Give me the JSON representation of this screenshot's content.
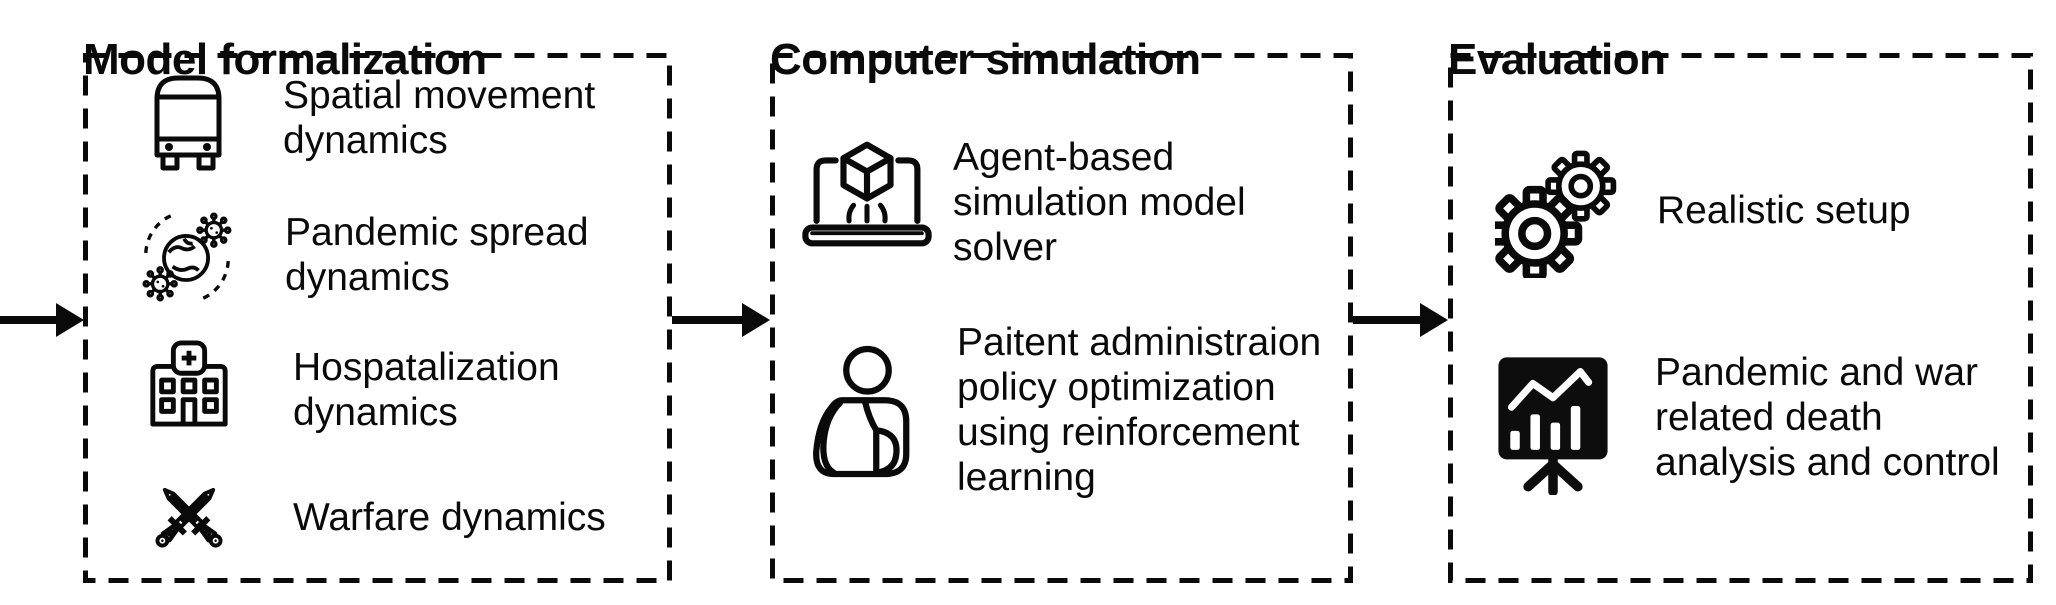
{
  "colors": {
    "ink": "#0a0a0a",
    "background": "#ffffff"
  },
  "flow": {
    "arrows": [
      "input-arrow",
      "formalization-to-simulation-arrow",
      "simulation-to-evaluation-arrow"
    ]
  },
  "panels": [
    {
      "title": "Model formalization",
      "items": [
        {
          "icon": "bus-icon",
          "label": "Spatial movement\ndynamics"
        },
        {
          "icon": "pandemic-globe-virus-icon",
          "label": "Pandemic spread\ndynamics"
        },
        {
          "icon": "hospital-icon",
          "label": "Hospatalization\ndynamics"
        },
        {
          "icon": "crossed-swords-icon",
          "label": "Warfare dynamics"
        }
      ]
    },
    {
      "title": "Computer simulation",
      "items": [
        {
          "icon": "laptop-cube-icon",
          "label": "Agent-based\nsimulation model\nsolver"
        },
        {
          "icon": "patient-arm-sling-icon",
          "label": "Paitent administraion\npolicy optimization\nusing reinforcement\nlearning"
        }
      ]
    },
    {
      "title": "Evaluation",
      "items": [
        {
          "icon": "gears-icon",
          "label": "Realistic setup"
        },
        {
          "icon": "chart-presentation-icon",
          "label": "Pandemic and war\nrelated death\nanalysis and control"
        }
      ]
    }
  ]
}
